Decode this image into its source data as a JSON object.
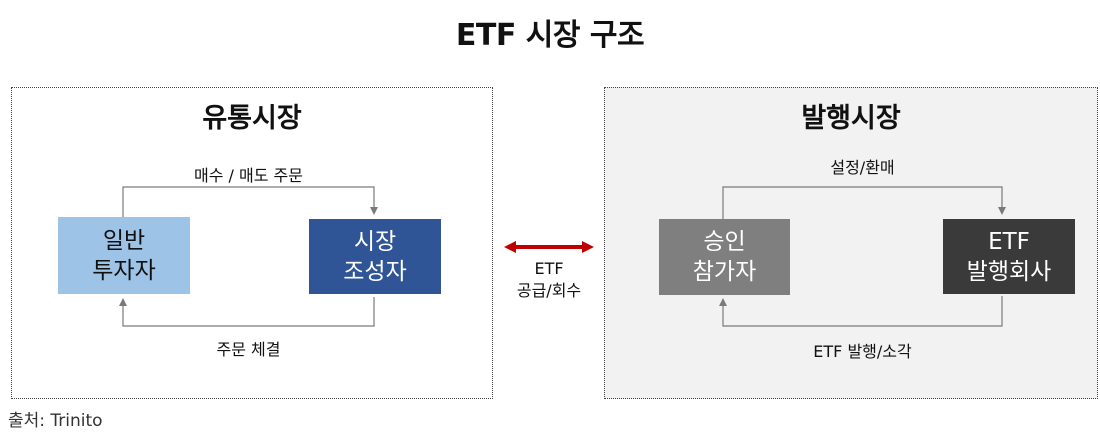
{
  "title": "ETF 시장 구조",
  "panels": {
    "left": {
      "title": "유통시장",
      "box_left": {
        "line1": "일반",
        "line2": "투자자"
      },
      "box_right": {
        "line1": "시장",
        "line2": "조성자"
      },
      "top_flow": "매수 / 매도 주문",
      "bottom_flow": "주문 체결"
    },
    "right": {
      "title": "발행시장",
      "box_left": {
        "line1": "승인",
        "line2": "참가자"
      },
      "box_right": {
        "line1": "ETF",
        "line2": "발행회사"
      },
      "top_flow": "설정/환매",
      "bottom_flow": "ETF 발행/소각"
    }
  },
  "center": {
    "line1": "ETF",
    "line2": "공급/회수"
  },
  "source": "출처: Trinito",
  "colors": {
    "investor": "#9dc3e6",
    "market_maker": "#2f5597",
    "participant": "#7f7f7f",
    "issuer": "#3a3a3a",
    "exchange_arrow": "#c00000"
  }
}
